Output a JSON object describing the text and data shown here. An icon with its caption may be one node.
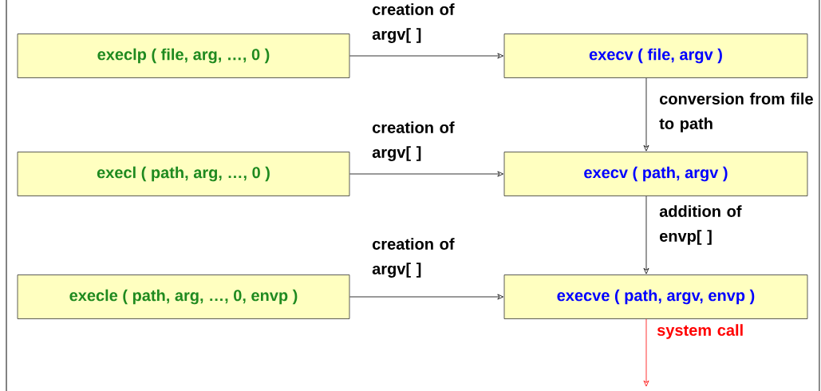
{
  "diagram": {
    "nodes": [
      {
        "text": [
          "execlp ( file, arg, …, 0 )"
        ]
      },
      {
        "text": [
          "execv ( file, argv )"
        ]
      },
      {
        "text": [
          "execl ( path, arg, …, 0 )"
        ]
      },
      {
        "text": [
          "execv ( path, argv )"
        ]
      },
      {
        "text": [
          "execle ( path, arg, …, 0, envp )"
        ]
      },
      {
        "text": [
          "execve ( path, argv, envp )"
        ]
      }
    ],
    "edges": [
      {
        "from": 0,
        "to": 1,
        "arrow": "to",
        "label": "creation of argv[ ]"
      },
      {
        "from": 1,
        "to": 3,
        "arrow": "to",
        "label": "conversion from file to path"
      },
      {
        "from": 2,
        "to": 3,
        "arrow": "to",
        "label": "creation of argv[ ]"
      },
      {
        "from": 3,
        "to": 5,
        "arrow": "to",
        "label": "addition of envp[ ]"
      },
      {
        "from": 4,
        "to": 5,
        "arrow": "to",
        "label": "creation of argv[ ]"
      },
      {
        "from": 5,
        "to": null,
        "arrow": "to",
        "label": "system call",
        "color": "#ff0000"
      }
    ]
  }
}
